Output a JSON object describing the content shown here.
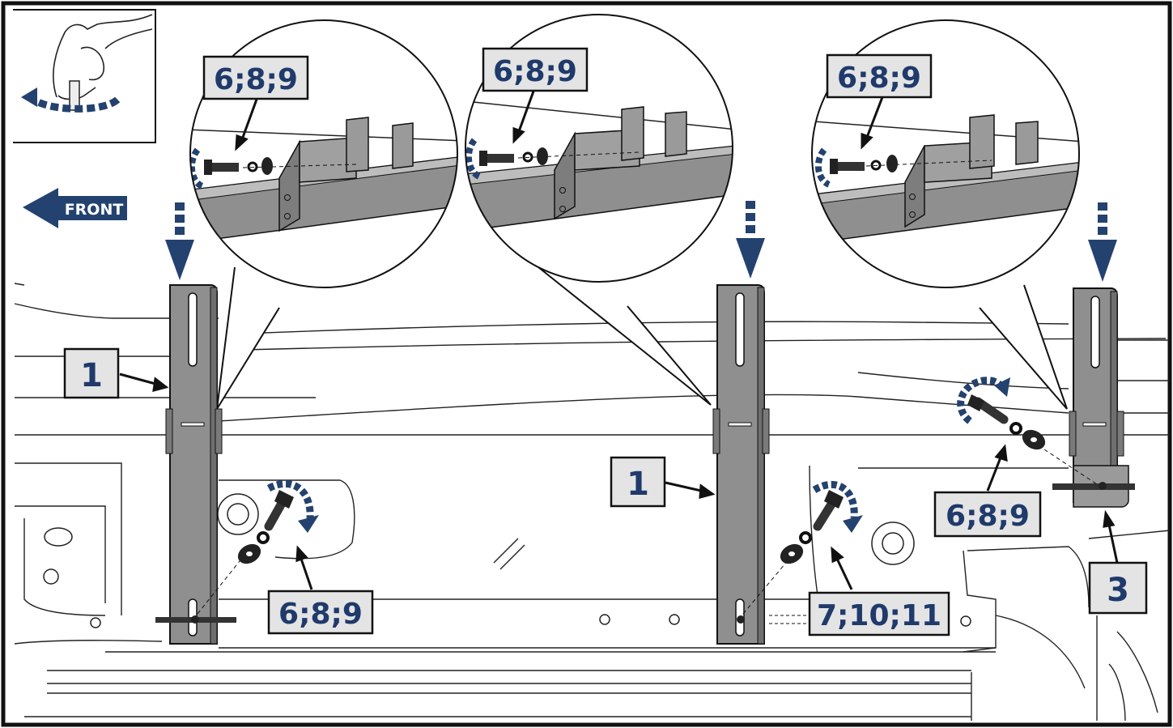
{
  "front_label": "FRONT",
  "callouts": {
    "zoom_left": "6;8;9",
    "zoom_mid": "6;8;9",
    "zoom_right": "6;8;9",
    "bottom_left": "6;8;9",
    "bottom_mid": "7;10;11",
    "bottom_right": "6;8;9"
  },
  "part_numbers": {
    "left": "1",
    "mid": "1",
    "right": "3"
  },
  "colors": {
    "label_text": "#1f3a6b",
    "label_bg": "#e4e4e4",
    "arrow_blue": "#24426f",
    "bracket": "#8f8f8f",
    "outline": "#1a1a1a"
  }
}
